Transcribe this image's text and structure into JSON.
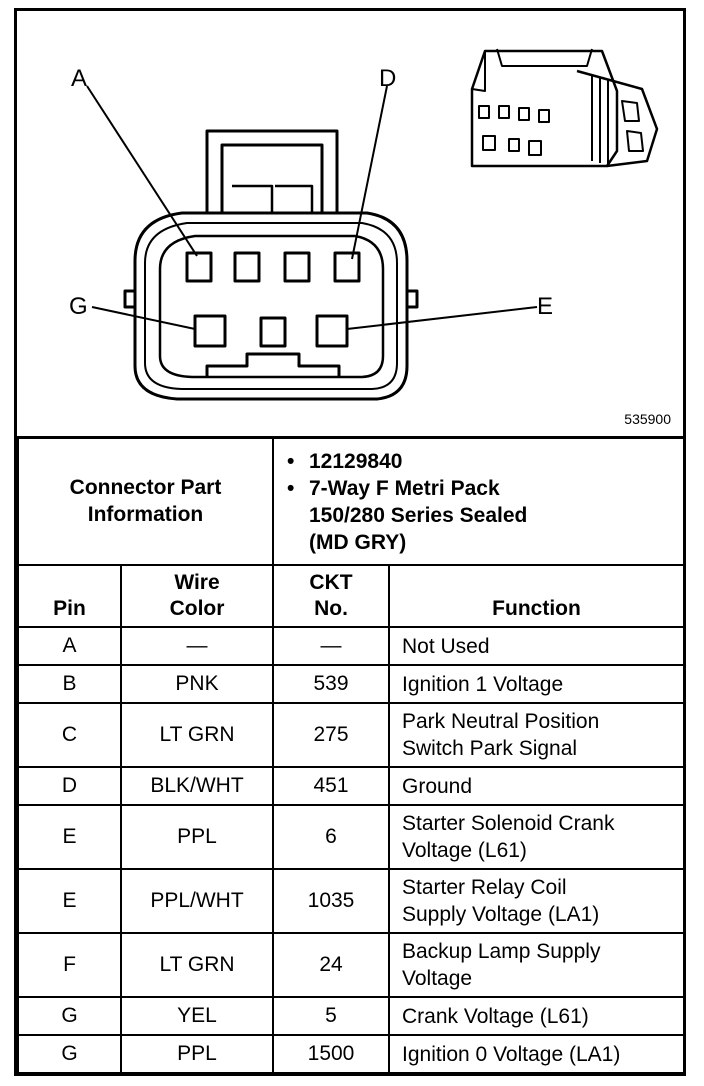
{
  "diagram": {
    "labels": {
      "a": "A",
      "d": "D",
      "g": "G",
      "e": "E"
    },
    "figure_number": "535900"
  },
  "connector_info": {
    "title_line1": "Connector Part",
    "title_line2": "Information",
    "part_number": "12129840",
    "description_line1": "7-Way F  Metri Pack",
    "description_line2": "150/280 Series Sealed",
    "description_line3": "(MD GRY)"
  },
  "table": {
    "headers": {
      "pin": "Pin",
      "wire_color_line1": "Wire",
      "wire_color_line2": "Color",
      "ckt_line1": "CKT",
      "ckt_line2": "No.",
      "function": "Function"
    },
    "rows": [
      {
        "pin": "A",
        "wire": "—",
        "ckt": "—",
        "function_line1": "Not Used",
        "function_line2": ""
      },
      {
        "pin": "B",
        "wire": "PNK",
        "ckt": "539",
        "function_line1": "Ignition 1 Voltage",
        "function_line2": ""
      },
      {
        "pin": "C",
        "wire": "LT GRN",
        "ckt": "275",
        "function_line1": "Park Neutral Position",
        "function_line2": "Switch Park Signal"
      },
      {
        "pin": "D",
        "wire": "BLK/WHT",
        "ckt": "451",
        "function_line1": "Ground",
        "function_line2": ""
      },
      {
        "pin": "E",
        "wire": "PPL",
        "ckt": "6",
        "function_line1": "Starter Solenoid Crank",
        "function_line2": "Voltage (L61)"
      },
      {
        "pin": "E",
        "wire": "PPL/WHT",
        "ckt": "1035",
        "function_line1": "Starter Relay Coil",
        "function_line2": "Supply Voltage (LA1)"
      },
      {
        "pin": "F",
        "wire": "LT GRN",
        "ckt": "24",
        "function_line1": "Backup Lamp Supply",
        "function_line2": "Voltage"
      },
      {
        "pin": "G",
        "wire": "YEL",
        "ckt": "5",
        "function_line1": "Crank Voltage (L61)",
        "function_line2": ""
      },
      {
        "pin": "G",
        "wire": "PPL",
        "ckt": "1500",
        "function_line1": "Ignition 0 Voltage (LA1)",
        "function_line2": ""
      }
    ]
  }
}
